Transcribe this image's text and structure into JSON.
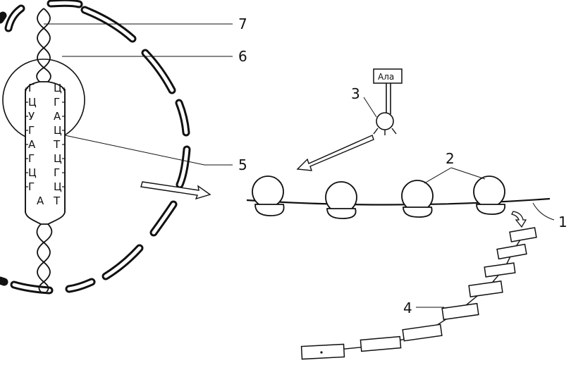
{
  "labels": {
    "l1": "1",
    "l2": "2",
    "l3": "3",
    "l4": "4",
    "l5": "5",
    "l6": "6",
    "l7": "7"
  },
  "amino_acid": "Ала",
  "dna_left_strand": [
    "Г",
    "Ц",
    "У",
    "Г",
    "А",
    "Г",
    "Ц",
    "Г",
    "А"
  ],
  "dna_right_strand": [
    "Ц",
    "Г",
    "А",
    "Ц",
    "Т",
    "Ц",
    "Г",
    "Ц",
    "Т"
  ]
}
